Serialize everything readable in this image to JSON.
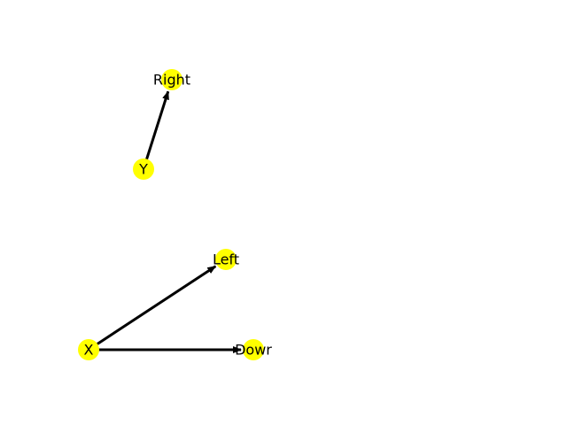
{
  "graph": {
    "node_color": "#ffff00",
    "edge_color": "#000000",
    "label_color": "#000000",
    "nodes": [
      {
        "id": "Y",
        "label": "Y"
      },
      {
        "id": "Right",
        "label": "Right"
      },
      {
        "id": "X",
        "label": "X"
      },
      {
        "id": "Left",
        "label": "Left"
      },
      {
        "id": "Dowr",
        "label": "Dowr"
      }
    ],
    "edges": [
      {
        "source": "Y",
        "target": "Right"
      },
      {
        "source": "X",
        "target": "Left"
      },
      {
        "source": "X",
        "target": "Dowr"
      }
    ]
  }
}
